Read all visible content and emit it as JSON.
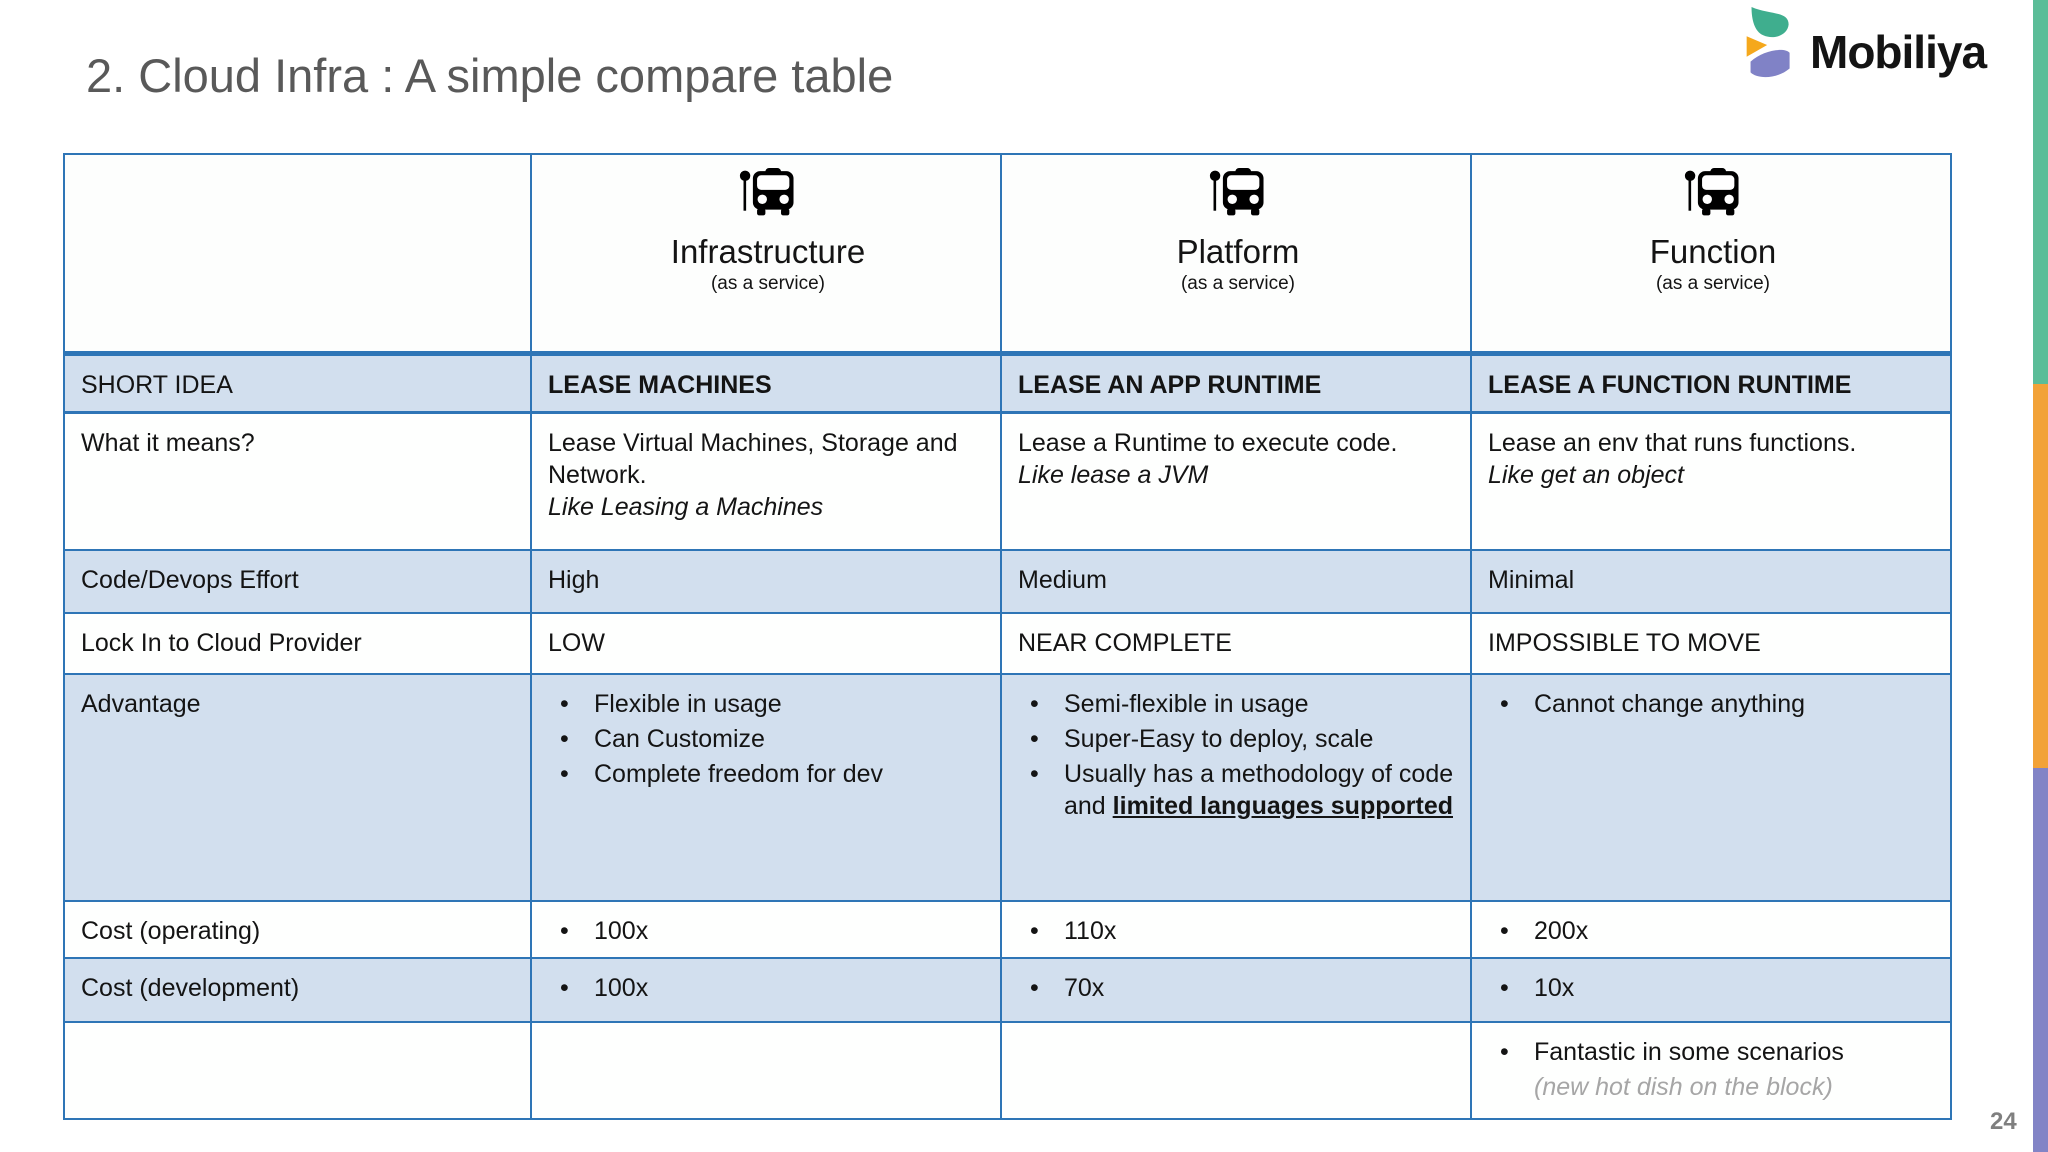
{
  "slide": {
    "title": "2. Cloud Infra : A simple compare table",
    "page_number": "24"
  },
  "logo": {
    "brand": "Mobiliya",
    "mark_icon": "mobiliya-logo-icon"
  },
  "icons": {
    "column_header_icon": "bus-stop-icon"
  },
  "colors": {
    "table_border_blue": "#2e75b6",
    "row_blue": "#d2dfee",
    "title_gray": "#595959",
    "note_gray": "#a6a6a6",
    "accent_green": "#5bbd98",
    "accent_orange": "#f2a238",
    "accent_purple": "#8284c6"
  },
  "table": {
    "header": {
      "columns": [
        {
          "title": "Infrastructure",
          "subtitle": "(as a service)"
        },
        {
          "title": "Platform",
          "subtitle": "(as a service)"
        },
        {
          "title": "Function",
          "subtitle": "(as a service)"
        }
      ]
    },
    "short_idea": {
      "label": "SHORT IDEA",
      "infrastructure": "LEASE MACHINES",
      "platform": "LEASE AN APP RUNTIME",
      "function": "LEASE A FUNCTION RUNTIME"
    },
    "what_it_means": {
      "label": "What it means?",
      "infrastructure": {
        "text": "Lease Virtual Machines, Storage and Network.",
        "note": "Like Leasing a Machines"
      },
      "platform": {
        "text": "Lease a Runtime to execute code.",
        "note": "Like lease a JVM"
      },
      "function": {
        "text": "Lease an env that runs functions.",
        "note": "Like get an object"
      }
    },
    "effort": {
      "label": "Code/Devops Effort",
      "infrastructure": "High",
      "platform": "Medium",
      "function": "Minimal"
    },
    "lock_in": {
      "label": "Lock In to Cloud Provider",
      "infrastructure": "LOW",
      "platform": "NEAR COMPLETE",
      "function": "IMPOSSIBLE TO MOVE"
    },
    "advantage": {
      "label": "Advantage",
      "infrastructure": [
        "Flexible in usage",
        "Can Customize",
        "Complete freedom for dev"
      ],
      "platform": [
        "Semi-flexible in usage",
        "Super-Easy to deploy, scale"
      ],
      "platform_last_plain": "Usually has a methodology of code and ",
      "platform_last_emphasis": "limited languages supported",
      "function": [
        "Cannot change anything"
      ]
    },
    "cost_operating": {
      "label": "Cost (operating)",
      "infrastructure": "100x",
      "platform": "110x",
      "function": "200x"
    },
    "cost_development": {
      "label": "Cost (development)",
      "infrastructure": "100x",
      "platform": "70x",
      "function": "10x"
    },
    "footer_row": {
      "function_bullet": "Fantastic in some scenarios",
      "function_note": "(new hot dish on the block)"
    }
  }
}
